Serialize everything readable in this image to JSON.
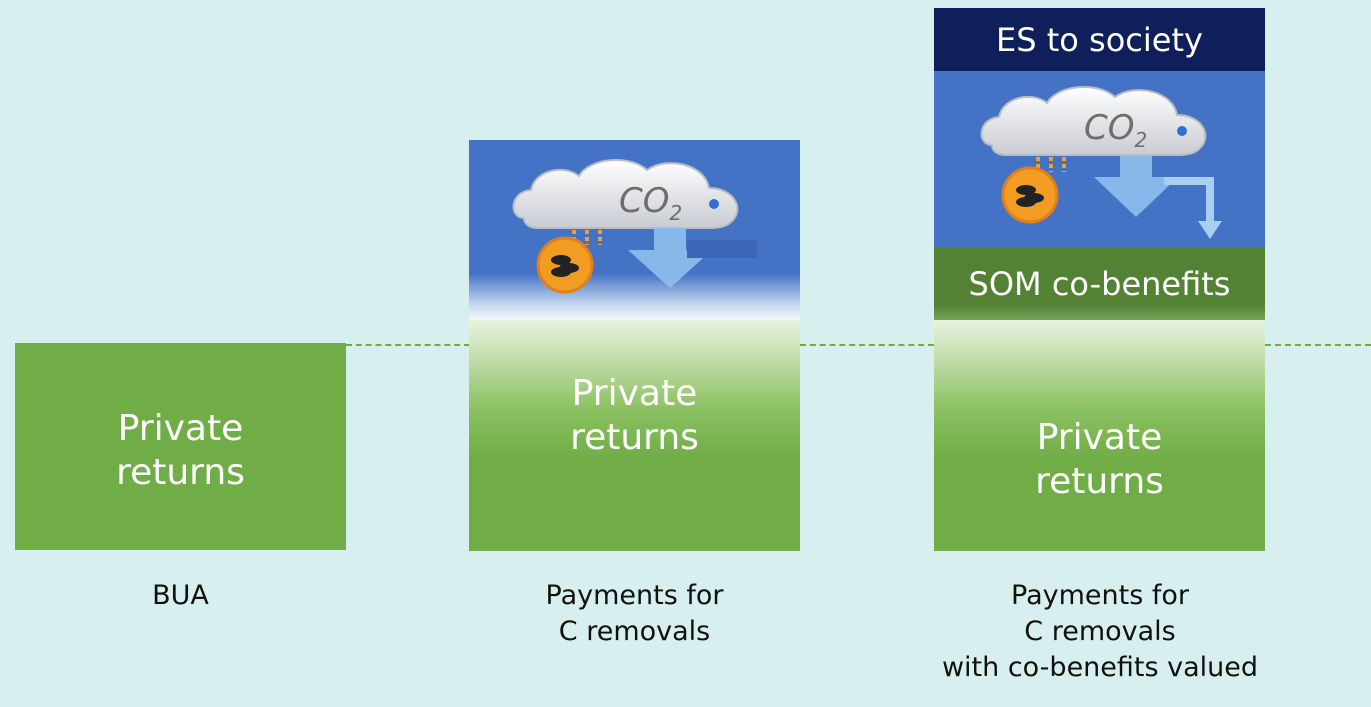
{
  "columns": [
    {
      "box_text": "Private\nreturns",
      "caption": "BUA"
    },
    {
      "box_text": "Private\nreturns",
      "caption": "Payments for\nC removals"
    },
    {
      "box_text": "Private\nreturns",
      "caption": "Payments for\nC removals\nwith co-benefits valued",
      "top_band": "ES to society",
      "mid_band": "SOM co-benefits"
    }
  ],
  "co2_label": "CO",
  "co2_subscript": "2",
  "colors": {
    "background": "#d7efef",
    "private_green": "#70ad47",
    "co2_panel_blue": "#4472c4",
    "es_navy": "#0e1f5b",
    "som_green": "#548235",
    "dashed_line": "#6aaf3f"
  }
}
